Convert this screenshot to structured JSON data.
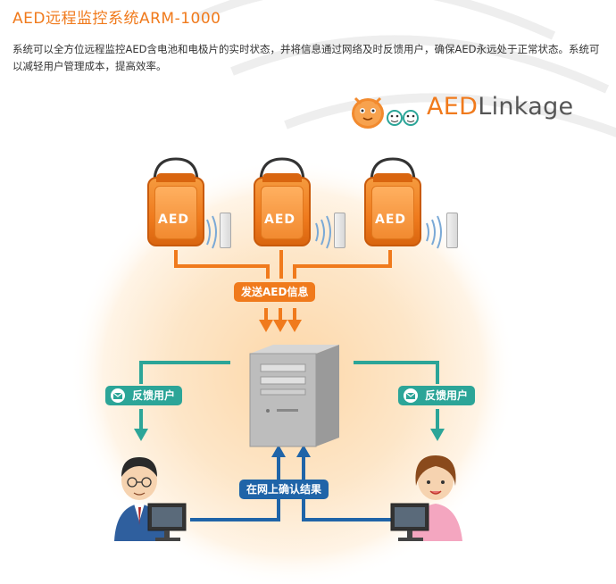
{
  "header": {
    "title": "AED远程监控系统ARM-1000",
    "description": "系统可以全方位远程监控AED含电池和电极片的实时状态，并将信息通过网络及时反馈用户，确保AED永远处于正常状态。系统可以减轻用户管理成本，提高效率。"
  },
  "logo": {
    "aed_text": "AED",
    "linkage_text": "Linkage"
  },
  "diagram": {
    "devices": [
      {
        "label": "AED"
      },
      {
        "label": "AED"
      },
      {
        "label": "AED"
      }
    ],
    "send_label": "发送AED信息",
    "feedback_left": "反馈用户",
    "feedback_right": "反馈用户",
    "confirm_label": "在网上确认结果"
  },
  "colors": {
    "orange": "#f07a1c",
    "teal": "#2ca598",
    "blue": "#1f64a8",
    "glow": "#fde3c2"
  },
  "icons": [
    "mail-icon",
    "arrow-icon",
    "server-icon",
    "aed-device-icon",
    "modem-icon",
    "wireless-signal-icon",
    "male-user-icon",
    "female-user-icon",
    "mascot-icon"
  ]
}
